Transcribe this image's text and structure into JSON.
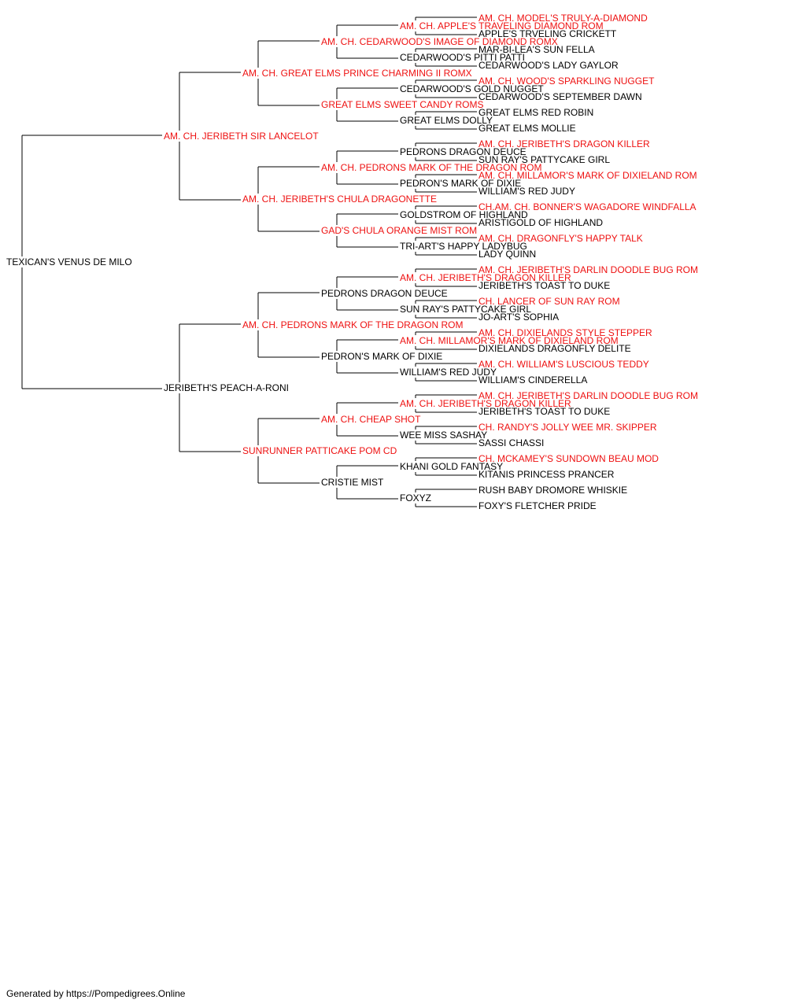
{
  "colors": {
    "champion": "#ee1111",
    "regular": "#000000",
    "line": "#000000"
  },
  "footer": "Generated by https://Pompedigrees.Online",
  "pedigree": {
    "name": "TEXICAN'S VENUS DE MILO",
    "champion": false,
    "sire": {
      "name": "AM. CH. JERIBETH SIR LANCELOT",
      "champion": true,
      "sire": {
        "name": "AM. CH. GREAT ELMS PRINCE CHARMING II ROMX",
        "champion": true,
        "sire": {
          "name": "AM. CH. CEDARWOOD'S IMAGE OF DIAMOND ROMX",
          "champion": true,
          "sire": {
            "name": "AM. CH. APPLE'S TRAVELING DIAMOND ROM",
            "champion": true,
            "sire": {
              "name": "AM. CH. MODEL'S TRULY-A-DIAMOND",
              "champion": true
            },
            "dam": {
              "name": "APPLE'S TRVELING CRICKETT",
              "champion": false
            }
          },
          "dam": {
            "name": "CEDARWOOD'S PITTI PATTI",
            "champion": false,
            "sire": {
              "name": "MAR-BI-LEA'S SUN FELLA",
              "champion": false
            },
            "dam": {
              "name": "CEDARWOOD'S LADY GAYLOR",
              "champion": false
            }
          }
        },
        "dam": {
          "name": "GREAT ELMS SWEET CANDY ROMS",
          "champion": true,
          "sire": {
            "name": "CEDARWOOD'S GOLD NUGGET",
            "champion": false,
            "sire": {
              "name": "AM. CH. WOOD'S SPARKLING NUGGET",
              "champion": true
            },
            "dam": {
              "name": "CEDARWOOD'S SEPTEMBER DAWN",
              "champion": false
            }
          },
          "dam": {
            "name": "GREAT ELMS DOLLY",
            "champion": false,
            "sire": {
              "name": "GREAT ELMS RED ROBIN",
              "champion": false
            },
            "dam": {
              "name": "GREAT ELMS MOLLIE",
              "champion": false
            }
          }
        }
      },
      "dam": {
        "name": "AM. CH. JERIBETH'S CHULA DRAGONETTE",
        "champion": true,
        "sire": {
          "name": "AM. CH. PEDRONS MARK OF THE DRAGON ROM",
          "champion": true,
          "sire": {
            "name": "PEDRONS DRAGON DEUCE",
            "champion": false,
            "sire": {
              "name": "AM. CH. JERIBETH'S DRAGON KILLER",
              "champion": true
            },
            "dam": {
              "name": "SUN RAY'S PATTYCAKE GIRL",
              "champion": false
            }
          },
          "dam": {
            "name": "PEDRON'S MARK OF DIXIE",
            "champion": false,
            "sire": {
              "name": "AM. CH. MILLAMOR'S MARK OF DIXIELAND ROM",
              "champion": true
            },
            "dam": {
              "name": "WILLIAM'S RED JUDY",
              "champion": false
            }
          }
        },
        "dam": {
          "name": "GAD'S CHULA ORANGE MIST ROM",
          "champion": true,
          "sire": {
            "name": "GOLDSTROM OF HIGHLAND",
            "champion": false,
            "sire": {
              "name": "CH.AM. CH. BONNER'S WAGADORE WINDFALLA",
              "champion": true
            },
            "dam": {
              "name": "ARISTIGOLD OF HIGHLAND",
              "champion": false
            }
          },
          "dam": {
            "name": "TRI-ART'S HAPPY LADYBUG",
            "champion": false,
            "sire": {
              "name": "AM. CH. DRAGONFLY'S HAPPY TALK",
              "champion": true
            },
            "dam": {
              "name": "LADY QUINN",
              "champion": false
            }
          }
        }
      }
    },
    "dam": {
      "name": "JERIBETH'S PEACH-A-RONI",
      "champion": false,
      "sire": {
        "name": "AM. CH. PEDRONS MARK OF THE DRAGON ROM",
        "champion": true,
        "sire": {
          "name": "PEDRONS DRAGON DEUCE",
          "champion": false,
          "sire": {
            "name": "AM. CH. JERIBETH'S DRAGON KILLER",
            "champion": true,
            "sire": {
              "name": "AM. CH. JERIBETH'S DARLIN DOODLE BUG ROM",
              "champion": true
            },
            "dam": {
              "name": "JERIBETH'S TOAST TO DUKE",
              "champion": false
            }
          },
          "dam": {
            "name": "SUN RAY'S PATTYCAKE GIRL",
            "champion": false,
            "sire": {
              "name": "CH. LANCER OF SUN RAY ROM",
              "champion": true
            },
            "dam": {
              "name": "JO-ART'S SOPHIA",
              "champion": false
            }
          }
        },
        "dam": {
          "name": "PEDRON'S MARK OF DIXIE",
          "champion": false,
          "sire": {
            "name": "AM. CH. MILLAMOR'S MARK OF DIXIELAND ROM",
            "champion": true,
            "sire": {
              "name": "AM. CH. DIXIELANDS STYLE STEPPER",
              "champion": true
            },
            "dam": {
              "name": "DIXIELANDS DRAGONFLY DELITE",
              "champion": false
            }
          },
          "dam": {
            "name": "WILLIAM'S RED JUDY",
            "champion": false,
            "sire": {
              "name": "AM. CH. WILLIAM'S LUSCIOUS TEDDY",
              "champion": true
            },
            "dam": {
              "name": "WILLIAM'S CINDERELLA",
              "champion": false
            }
          }
        }
      },
      "dam": {
        "name": "SUNRUNNER PATTICAKE POM CD",
        "champion": true,
        "sire": {
          "name": "AM. CH. CHEAP SHOT",
          "champion": true,
          "sire": {
            "name": "AM. CH. JERIBETH'S DRAGON KILLER",
            "champion": true,
            "sire": {
              "name": "AM. CH. JERIBETH'S DARLIN DOODLE BUG ROM",
              "champion": true
            },
            "dam": {
              "name": "JERIBETH'S TOAST TO DUKE",
              "champion": false
            }
          },
          "dam": {
            "name": "WEE MISS SASHAY",
            "champion": false,
            "sire": {
              "name": "CH. RANDY'S JOLLY WEE MR. SKIPPER",
              "champion": true
            },
            "dam": {
              "name": "SASSI CHASSI",
              "champion": false
            }
          }
        },
        "dam": {
          "name": "CRISTIE MIST",
          "champion": false,
          "sire": {
            "name": "KHANI GOLD FANTASY",
            "champion": false,
            "sire": {
              "name": "CH. MCKAMEY'S SUNDOWN BEAU MOD",
              "champion": true
            },
            "dam": {
              "name": "KITANIS PRINCESS PRANCER",
              "champion": false
            }
          },
          "dam": {
            "name": "FOXYZ",
            "champion": false,
            "sire": {
              "name": "RUSH BABY DROMORE WHISKIE",
              "champion": false
            },
            "dam": {
              "name": "FOXY'S FLETCHER PRIDE",
              "champion": false
            }
          }
        }
      }
    }
  }
}
